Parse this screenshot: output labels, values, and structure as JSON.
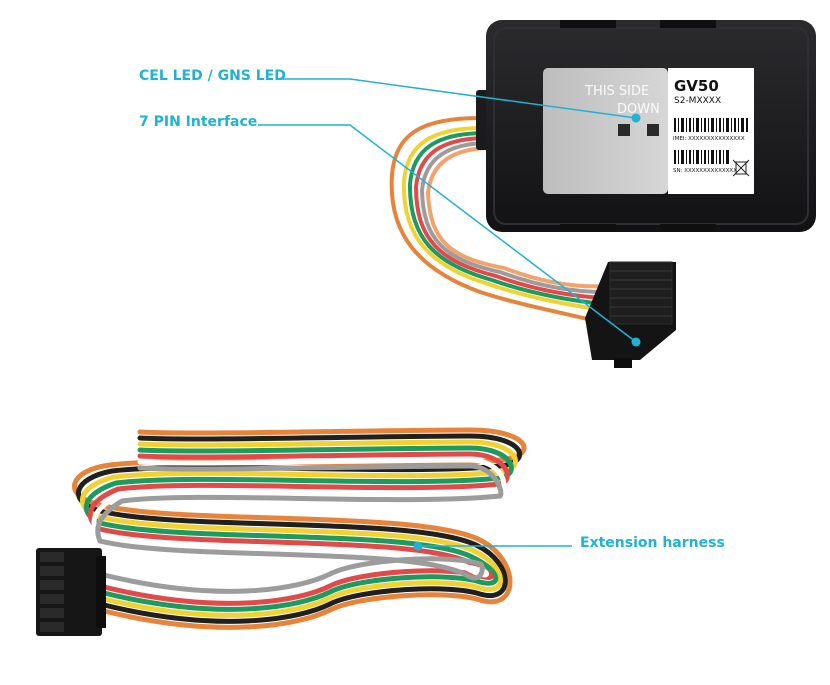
{
  "callouts": {
    "cel_gns_led": "CEL LED / GNS LED",
    "pin_interface": "7 PIN Interface",
    "extension_harness": "Extension harness"
  },
  "device_label": {
    "side_text_line1": "THIS SIDE",
    "side_text_line2": "DOWN",
    "model": "GV50",
    "variant": "S2-MXXXX",
    "imei": "IMEI: XXXXXXXXXXXXXXX",
    "sn": "SN: XXXXXXXXXXXXXX"
  },
  "colors": {
    "accent": "#1eb2d6",
    "device_body": "#1d1d1f",
    "label_gray": "#c7c7c7",
    "connector": "#141414",
    "wires": [
      "#e8843a",
      "#ffffff",
      "#f2d233",
      "#1c9a5f",
      "#e24a4a",
      "#9c9c9c",
      "#f2a36b",
      "#202020"
    ]
  }
}
